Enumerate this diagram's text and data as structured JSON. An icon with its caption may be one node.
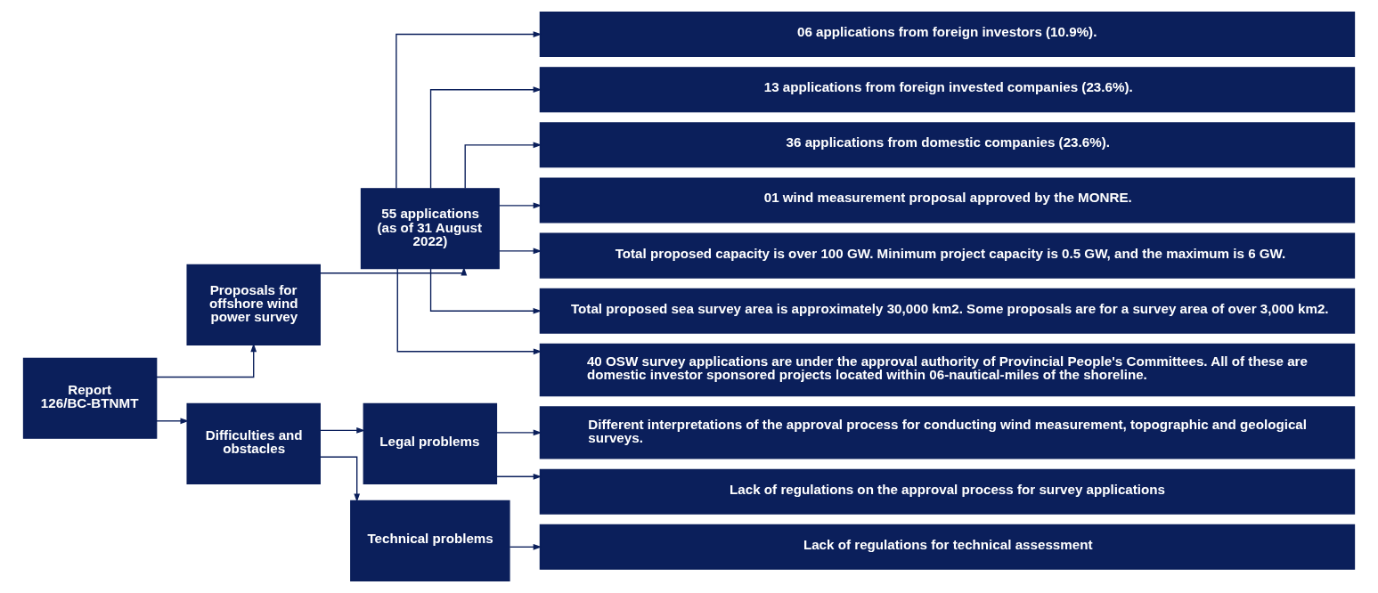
{
  "diagram": {
    "nodes": [
      {
        "text": [
          "Report 126/BC-BTNMT"
        ]
      },
      {
        "text": [
          "Proposals for offshore wind power survey"
        ]
      },
      {
        "text": [
          "Difficulties and obstacles"
        ]
      },
      {
        "text": [
          "55 applications (as of 31 August 2022)"
        ]
      },
      {
        "text": [
          "06 applications from foreign investors (10.9%)."
        ]
      },
      {
        "text": [
          "13 applications from foreign invested companies (23.6%)."
        ]
      },
      {
        "text": [
          "36 applications from domestic companies (23.6%)."
        ]
      },
      {
        "text": [
          "01 wind measurement proposal approved by the MONRE."
        ]
      },
      {
        "text": [
          "Total proposed capacity is over 100 GW. Minimum project capacity is 0.5 GW, and the maximum is 6 GW."
        ]
      },
      {
        "text": [
          "Total proposed sea survey area is approximately 30,000 km2. Some proposals are for a survey area of over 3,000 km2."
        ]
      },
      {
        "text": [
          "40 OSW survey applications are under the approval authority of Provincial People's Committees. All of these are domestic investor sponsored projects located within 06-nautical-miles of the shoreline."
        ]
      },
      {
        "text": [
          "Legal problems"
        ]
      },
      {
        "text": [
          "Technical problems"
        ]
      },
      {
        "text": [
          "Different interpretations of the approval process for conducting wind measurement, topographic and geological surveys."
        ]
      },
      {
        "text": [
          "Lack of regulations on the approval process for survey applications"
        ]
      },
      {
        "text": [
          "Lack of regulations for technical assessment"
        ]
      }
    ],
    "edges": [
      {
        "from": 0,
        "to": 1,
        "arrow": "to"
      },
      {
        "from": 0,
        "to": 2,
        "arrow": "to"
      },
      {
        "from": 1,
        "to": 3,
        "arrow": "to"
      },
      {
        "from": 3,
        "to": 4,
        "arrow": "to"
      },
      {
        "from": 3,
        "to": 5,
        "arrow": "to"
      },
      {
        "from": 3,
        "to": 6,
        "arrow": "to"
      },
      {
        "from": 3,
        "to": 7,
        "arrow": "to"
      },
      {
        "from": 3,
        "to": 8,
        "arrow": "to"
      },
      {
        "from": 3,
        "to": 9,
        "arrow": "to"
      },
      {
        "from": 3,
        "to": 10,
        "arrow": "to"
      },
      {
        "from": 2,
        "to": 11,
        "arrow": "to"
      },
      {
        "from": 2,
        "to": 12,
        "arrow": "to"
      },
      {
        "from": 11,
        "to": 13,
        "arrow": "to"
      },
      {
        "from": 11,
        "to": 14,
        "arrow": "to"
      },
      {
        "from": 12,
        "to": 15,
        "arrow": "to"
      }
    ]
  }
}
